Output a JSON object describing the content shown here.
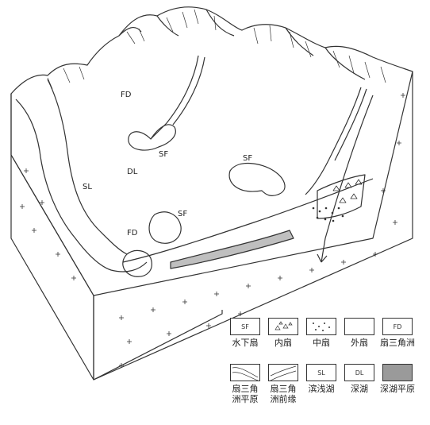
{
  "map_labels": {
    "fd_top": "FD",
    "sf_mid": "SF",
    "sf_right": "SF",
    "dl": "DL",
    "sl": "SL",
    "sf_low": "SF",
    "fd_low": "FD"
  },
  "legend": {
    "items": [
      {
        "code": "SF",
        "label": "水下扇",
        "pattern": "plain"
      },
      {
        "code": "",
        "label": "内扇",
        "pattern": "triangles"
      },
      {
        "code": "",
        "label": "中扇",
        "pattern": "dots"
      },
      {
        "code": "",
        "label": "外扇",
        "pattern": "blank"
      },
      {
        "code": "FD",
        "label": "扇三角洲",
        "pattern": "plain"
      },
      {
        "code": "",
        "label": "扇三角\n洲平原",
        "pattern": "hatch"
      },
      {
        "code": "",
        "label": "扇三角\n洲前缘",
        "pattern": "hatch2"
      },
      {
        "code": "SL",
        "label": "滨浅湖",
        "pattern": "plain"
      },
      {
        "code": "DL",
        "label": "深湖",
        "pattern": "plain"
      },
      {
        "code": "",
        "label": "深湖平原",
        "pattern": "gray"
      }
    ]
  }
}
